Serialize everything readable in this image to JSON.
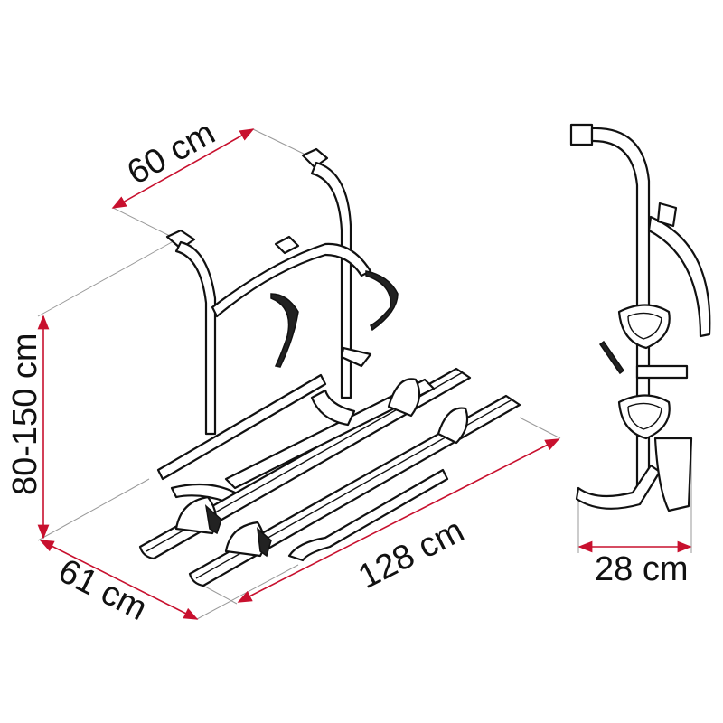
{
  "dimensions": {
    "width_top": "60 cm",
    "height": "80-150 cm",
    "depth": "61 cm",
    "length": "128 cm",
    "side_depth": "28 cm"
  },
  "colors": {
    "dimension_line": "#c8102e",
    "outline": "#111111",
    "extension_line": "#999999"
  }
}
